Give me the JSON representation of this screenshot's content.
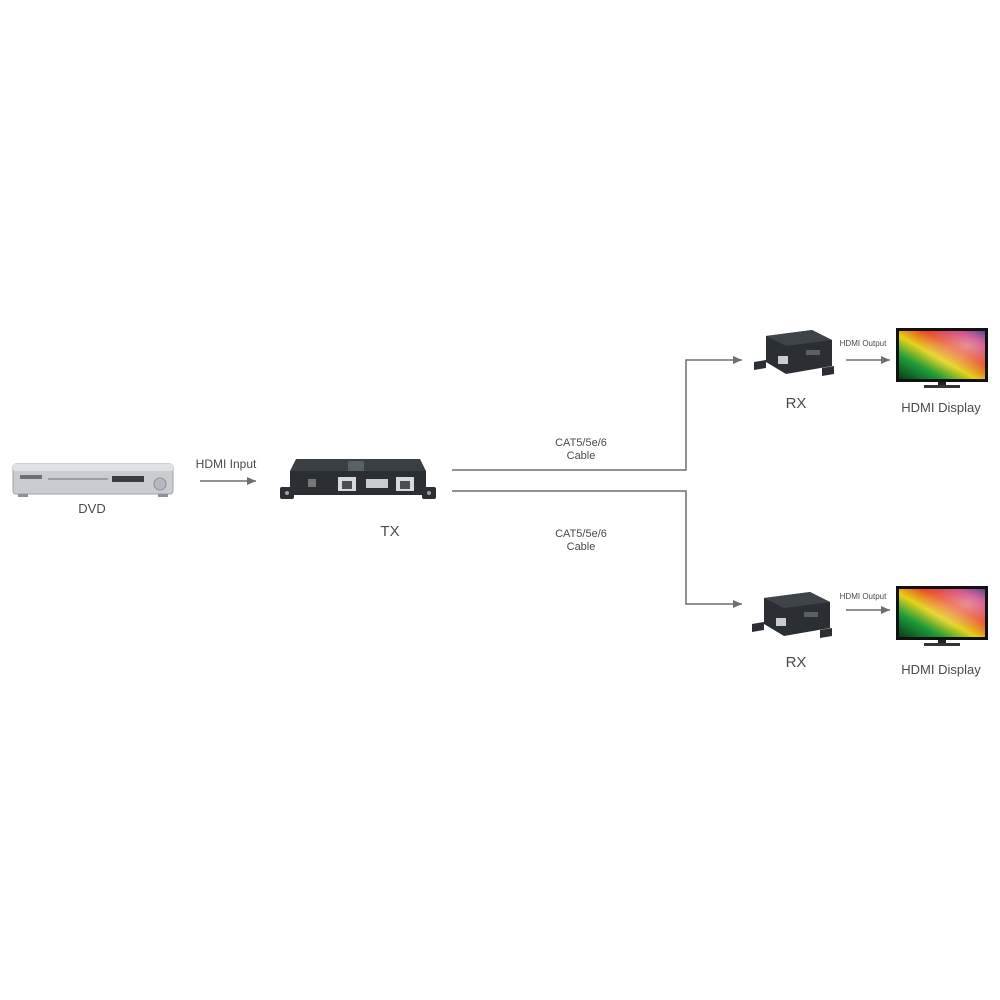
{
  "nodes": {
    "dvd": {
      "label": "DVD"
    },
    "tx": {
      "label": "TX"
    },
    "rx_top": {
      "label": "RX"
    },
    "rx_bottom": {
      "label": "RX"
    },
    "display_top": {
      "label": "HDMI Display"
    },
    "display_bottom": {
      "label": "HDMI Display"
    }
  },
  "edges": {
    "hdmi_input": {
      "label": "HDMI Input"
    },
    "cable_top": {
      "line1": "CAT5/5e/6",
      "line2": "Cable"
    },
    "cable_bottom": {
      "line1": "CAT5/5e/6",
      "line2": "Cable"
    },
    "hdmi_output_top": {
      "label": "HDMI Output"
    },
    "hdmi_output_bottom": {
      "label": "HDMI Output"
    }
  },
  "colors": {
    "line": "#6e6e6e",
    "device_dark": "#2b2f33",
    "dvd_silver": "#c9ccd1"
  }
}
